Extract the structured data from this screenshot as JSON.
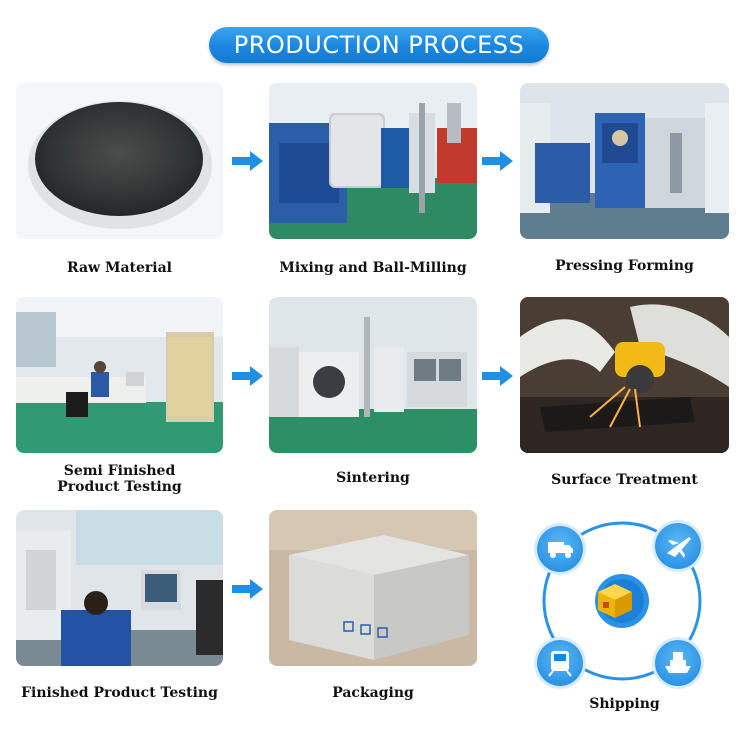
{
  "title": "PRODUCTION PROCESS",
  "accent_color": "#1c86de",
  "steps": [
    {
      "label": "Raw Material"
    },
    {
      "label": "Mixing and Ball-Milling"
    },
    {
      "label": "Pressing Forming"
    },
    {
      "label": "Semi Finished",
      "label_line2": "Product Testing"
    },
    {
      "label": "Sintering"
    },
    {
      "label": "Surface Treatment"
    },
    {
      "label": "Finished Product Testing"
    },
    {
      "label": "Packaging"
    },
    {
      "label": "Shipping"
    }
  ],
  "shipping_icons": [
    "truck-icon",
    "airplane-icon",
    "train-icon",
    "ship-icon",
    "box-icon"
  ]
}
